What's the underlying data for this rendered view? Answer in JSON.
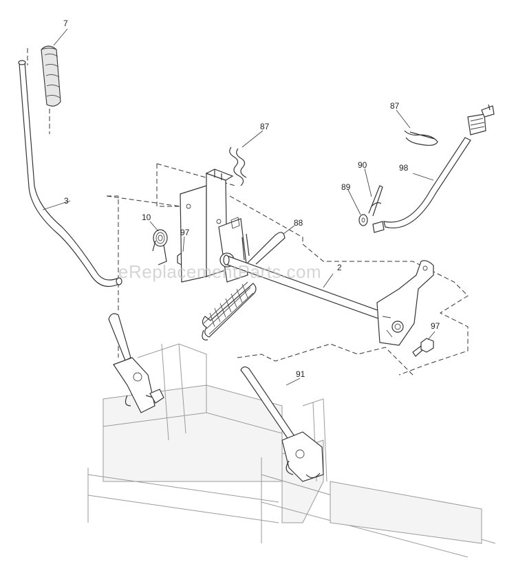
{
  "watermark": "eReplacementParts.com",
  "callouts": [
    {
      "id": "c7",
      "text": "7"
    },
    {
      "id": "c3",
      "text": "3"
    },
    {
      "id": "c10",
      "text": "10"
    },
    {
      "id": "c97a",
      "text": "97"
    },
    {
      "id": "c87a",
      "text": "87"
    },
    {
      "id": "c88",
      "text": "88"
    },
    {
      "id": "c2",
      "text": "2"
    },
    {
      "id": "c87b",
      "text": "87"
    },
    {
      "id": "c90",
      "text": "90"
    },
    {
      "id": "c89",
      "text": "89"
    },
    {
      "id": "c98",
      "text": "98"
    },
    {
      "id": "c97b",
      "text": "97"
    },
    {
      "id": "c91",
      "text": "91"
    }
  ]
}
